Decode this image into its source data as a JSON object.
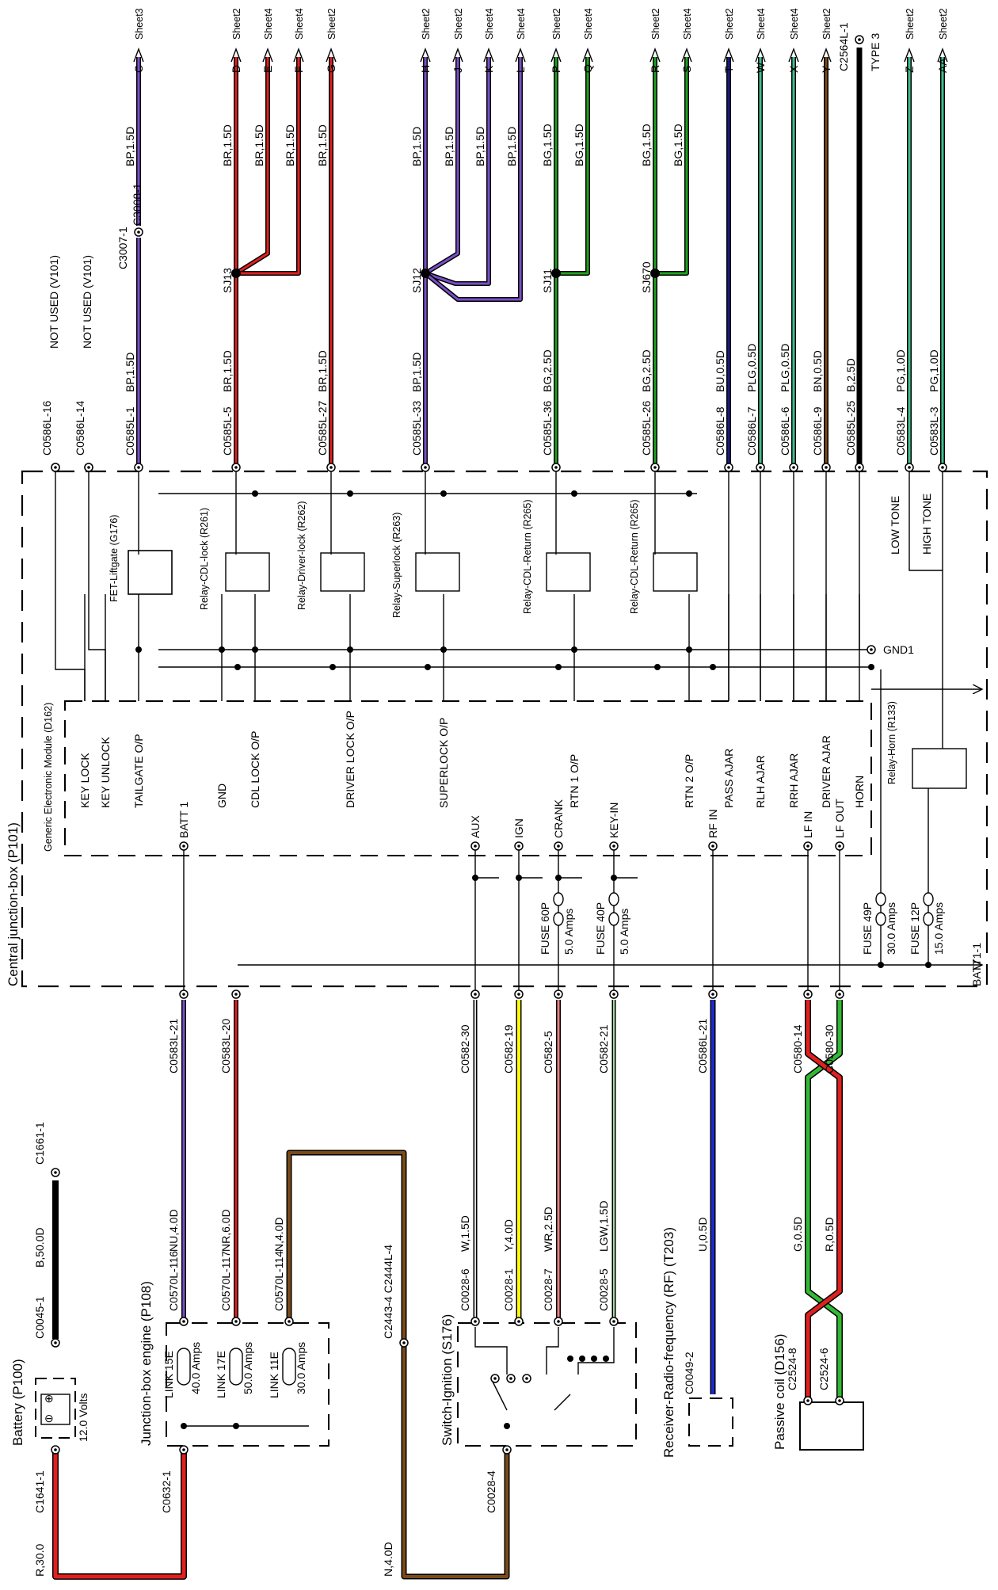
{
  "colors": {
    "red": "#e02020",
    "purple": "#7b4fc9",
    "green": "#20a020",
    "navy": "#1a1a80",
    "lightgreen": "#3fbf8f",
    "brown": "#7a4a18",
    "yellow": "#ffff00",
    "blue": "#1a2ad0",
    "lime": "#33b833",
    "black": "#000000"
  },
  "components": {
    "battery": "Battery (P100)",
    "battery_volts": "12.0 Volts",
    "junction_engine": "Junction-box engine (P108)",
    "switch_ignition": "Switch-Ignition (S176)",
    "receiver": "Receiver-Radio-frequency (RF) (T203)",
    "passive_coil": "Passive coil (D156)",
    "central_box": "Central junction-box (P101)",
    "gem": "Generic Electronic Module (D162)",
    "relay_horn": "Relay-Horn (R133)",
    "fet": "FET-Liftgate (G176)",
    "relay_cdl": "Relay-CDL-lock (R261)",
    "relay_driver": "Relay-Driver-lock (R262)",
    "relay_superlock": "Relay-Superlock (R263)",
    "relay_ret1": "Relay-CDL-Return (R265)",
    "relay_ret2": "Relay-CDL-Return (R265)",
    "gnd1": "GND1",
    "batt11": "BATT1-1",
    "low_tone": "LOW TONE",
    "high_tone": "HIGH TONE",
    "type3": "TYPE 3"
  },
  "links": [
    {
      "name": "LINK 15E",
      "amps": "40.0 Amps"
    },
    {
      "name": "LINK 17E",
      "amps": "50.0 Amps"
    },
    {
      "name": "LINK 11E",
      "amps": "30.0 Amps"
    }
  ],
  "fuses": [
    {
      "name": "FUSE 60P",
      "amps": "5.0 Amps"
    },
    {
      "name": "FUSE 40P",
      "amps": "5.0 Amps"
    },
    {
      "name": "FUSE 49P",
      "amps": "30.0 Amps"
    },
    {
      "name": "FUSE 12P",
      "amps": "15.0 Amps"
    }
  ],
  "gem_pins": [
    "KEY LOCK",
    "KEY UNLOCK",
    "TAILGATE O/P",
    "GND",
    "CDL LOCK O/P",
    "DRIVER LOCK O/P",
    "SUPERLOCK O/P",
    "RTN 1 O/P",
    "RTN 2 O/P",
    "PASS AJAR",
    "RLH AJAR",
    "RRH AJAR",
    "DRIVER AJAR",
    "HORN"
  ],
  "gem_inputs": [
    "BATT 1",
    "AUX",
    "IGN",
    "CRANK",
    "KEY-IN",
    "RF IN",
    "LF IN",
    "LF OUT"
  ],
  "top_connectors": [
    "C0586L-16",
    "C0586L-14",
    "C0585L-1",
    "C0585L-5",
    "C0585L-27",
    "C0585L-33",
    "C0585L-36",
    "C0585L-26",
    "C0586L-8",
    "C0586L-7",
    "C0586L-6",
    "C0586L-9",
    "C0585L-25",
    "C0583L-4",
    "C0583L-3"
  ],
  "top_wires": [
    "BP,1.5D",
    "BR,1.5D",
    "BR,1.5D",
    "BP,1.5D",
    "BG,2.5D",
    "BG,2.5D",
    "BU,0.5D",
    "PLG,0.5D",
    "PLG,0.5D",
    "BN,0.5D",
    "B,2.5D",
    "PG,1.0D",
    "PG,1.0D"
  ],
  "not_used": "NOT USED (V101)",
  "splices": [
    "SJ13",
    "SJ12",
    "SJ11",
    "SJ670"
  ],
  "inline_conn": [
    "C3007-1",
    "C3008-1"
  ],
  "c2564": "C2564L-1",
  "outputs": [
    {
      "letter": "C",
      "sheet": "Sheet3"
    },
    {
      "letter": "D",
      "sheet": "Sheet2"
    },
    {
      "letter": "E",
      "sheet": "Sheet4"
    },
    {
      "letter": "F",
      "sheet": "Sheet4"
    },
    {
      "letter": "G",
      "sheet": "Sheet2"
    },
    {
      "letter": "H",
      "sheet": "Sheet2"
    },
    {
      "letter": "J",
      "sheet": "Sheet2"
    },
    {
      "letter": "K",
      "sheet": "Sheet4"
    },
    {
      "letter": "L",
      "sheet": "Sheet4"
    },
    {
      "letter": "P",
      "sheet": "Sheet2"
    },
    {
      "letter": "Q",
      "sheet": "Sheet4"
    },
    {
      "letter": "R",
      "sheet": "Sheet2"
    },
    {
      "letter": "S",
      "sheet": "Sheet4"
    },
    {
      "letter": "T",
      "sheet": "Sheet2"
    },
    {
      "letter": "W",
      "sheet": "Sheet4"
    },
    {
      "letter": "X",
      "sheet": "Sheet4"
    },
    {
      "letter": "Y",
      "sheet": "Sheet2"
    },
    {
      "letter": "Z",
      "sheet": "Sheet2"
    },
    {
      "letter": "AA",
      "sheet": "Sheet2"
    }
  ],
  "upper_wires": [
    "BP,1.5D",
    "BR,1.5D",
    "BR,1.5D",
    "BR,1.5D",
    "BR,1.5D",
    "BP,1.5D",
    "BP,1.5D",
    "BP,1.5D",
    "BP,1.5D",
    "BG,1.5D",
    "BG,1.5D",
    "BG,1.5D",
    "BG,1.5D"
  ],
  "bottom_connectors": [
    "C0583L-21",
    "C0583L-20",
    "C0582-30",
    "C0582-19",
    "C0582-5",
    "C0582-21",
    "C0586L-21",
    "C0580-14",
    "C0580-30"
  ],
  "bottom_wires": [
    "NU,4.0D",
    "NR,6.0D",
    "N,4.0D",
    "W,1.5D",
    "Y,4.0D",
    "WR,2.5D",
    "LGW,1.5D",
    "U,0.5D",
    "G,0.5D",
    "R,0.5D",
    "B,50.0D",
    "R,30.0",
    "N,4.0D"
  ],
  "low_connectors": [
    "C0570L-116",
    "C0570L-117",
    "C0570L-114",
    "C0028-6",
    "C0028-1",
    "C0028-7",
    "C0028-5",
    "C0049-2",
    "C2524-8",
    "C2524-6",
    "C0045-1",
    "C1661-1",
    "C1641-1",
    "C0632-1",
    "C0028-4",
    "C2443-4 C2444L-4"
  ]
}
